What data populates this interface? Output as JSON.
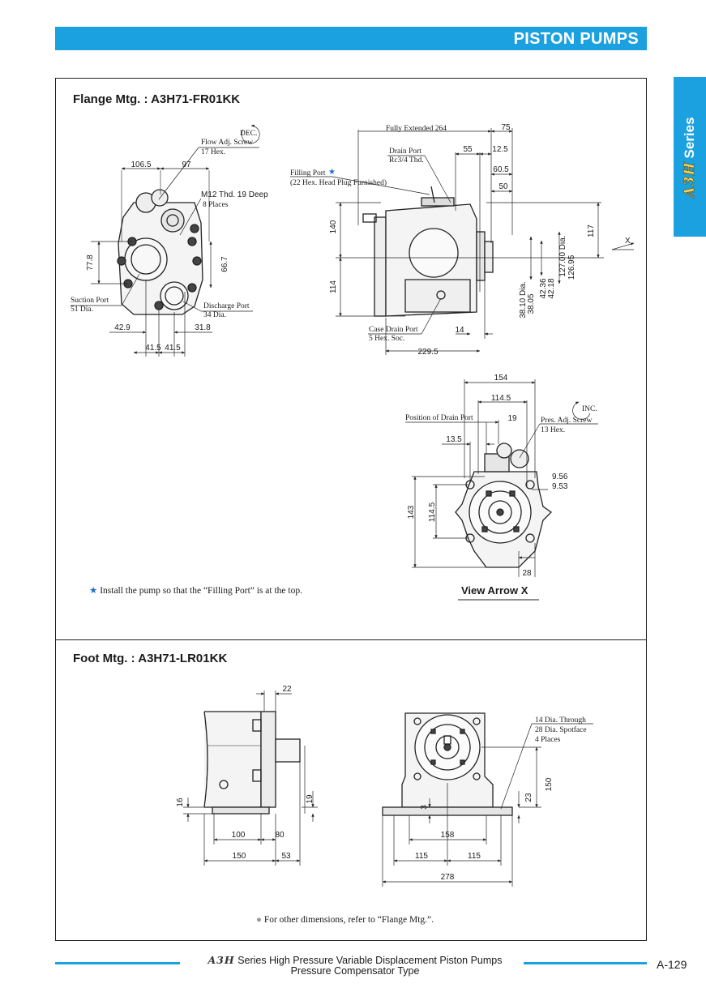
{
  "header": {
    "title": "PISTON PUMPS"
  },
  "side_tab": {
    "brand": "A3H",
    "label": "Series"
  },
  "flange": {
    "title": "Flange Mtg. : A3H71-FR01KK",
    "labels": {
      "dec": "DEC.",
      "flow_adj": "Flow Adj. Screw",
      "flow_hex": "17 Hex.",
      "m12": "M12 Thd. 19 Deep",
      "places8": "8 Places",
      "suction": "Suction Port",
      "suction_dia": "51 Dia.",
      "discharge": "Discharge Port",
      "discharge_dia": "34 Dia.",
      "fully_extended": "Fully Extended 264",
      "drain_port": "Drain Port",
      "drain_thd": "Rc3/4 Thd.",
      "filling_port": "Filling Port",
      "filling_note": "(22 Hex. Head Plug Furnished)",
      "case_drain": "Case Drain Port",
      "case_drain_soc": "5 Hex. Soc.",
      "pos_drain": "Position of Drain Port",
      "inc": "INC.",
      "pres_adj": "Pres. Adj. Screw",
      "pres_hex": "13 Hex.",
      "dia127_00": "127.00 Dia.",
      "dia126_95": "126.95",
      "dia38_10": "38.10 Dia.",
      "dia38_05": "38.05",
      "x": "X"
    },
    "dims": {
      "d106_5": "106.5",
      "d97": "97",
      "d77_8": "77.8",
      "d66_7": "66.7",
      "d42_9": "42.9",
      "d31_8": "31.8",
      "d41_5a": "41.5",
      "d41_5b": "41.5",
      "d75": "75",
      "d55": "55",
      "d12_5": "12.5",
      "d60_5": "60.5",
      "d50": "50",
      "d140": "140",
      "d114": "114",
      "d117": "117",
      "d42_36": "42.36",
      "d42_18": "42.18",
      "d14": "14",
      "d229_5": "229.5",
      "d154": "154",
      "d114_5h": "114.5",
      "d19": "19",
      "d13_5": "13.5",
      "d9_56": "9.56",
      "d9_53": "9.53",
      "d143": "143",
      "d114_5v": "114.5",
      "d28": "28"
    },
    "note_star": "★",
    "note": "Install the pump so that the “Filling Port” is at the top.",
    "view_arrow": "View Arrow X"
  },
  "foot": {
    "title": "Foot Mtg. : A3H71-LR01KK",
    "labels": {
      "dia14": "14 Dia. Through",
      "dia28": "28 Dia. Spotface",
      "places4": "4 Places"
    },
    "dims": {
      "d22": "22",
      "d16": "16",
      "d19": "19",
      "d100": "100",
      "d80": "80",
      "d150h": "150",
      "d53": "53",
      "d3": "3",
      "d158": "158",
      "d23": "23",
      "d150v": "150",
      "d115a": "115",
      "d115b": "115",
      "d278": "278"
    },
    "note_bullet": "●",
    "note": "For other dimensions, refer to “Flange Mtg.”."
  },
  "footer": {
    "brand": "A3H",
    "line1": "Series High Pressure Variable Displacement Piston Pumps",
    "line2": "Pressure Compensator Type",
    "page": "A-129"
  },
  "colors": {
    "accent": "#1ba0e0",
    "brand_gold": "#f4d55a",
    "star_blue": "#1a6fd0"
  }
}
